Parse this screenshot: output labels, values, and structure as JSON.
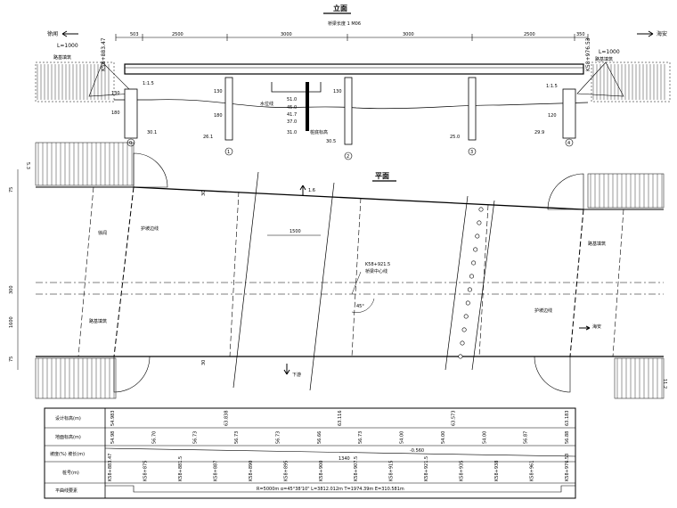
{
  "elevation": {
    "title": "立面",
    "bridge_note": "桥梁长度 1 M06",
    "left_station": "K58+883.47",
    "right_station": "K58+976.53",
    "left_dir": "徐闻",
    "right_dir": "海安",
    "left_len": "L=1000",
    "right_len": "L=1000",
    "left_fill": "路基填筑",
    "right_fill": "路基填筑",
    "slope_left": "1:1.5",
    "slope_right": "1:1.5",
    "spans": [
      "503",
      "2500",
      "3000",
      "3000",
      "2500",
      "350"
    ],
    "dims": [
      "130",
      "180",
      "130",
      "180",
      "120",
      "130"
    ],
    "elevs_mid": [
      "51.0",
      "45.0",
      "41.7",
      "37.0",
      "31.0"
    ],
    "elevs_bottom": [
      "30.1",
      "26.1",
      "30.5",
      "25.0",
      "29.9"
    ],
    "elev_label_mid": "桩底标高",
    "pier_labels": [
      "0",
      "1",
      "2",
      "3",
      "4"
    ],
    "note_water": "水位线"
  },
  "plan": {
    "title": "平面",
    "left_fill": "路基填筑",
    "right_fill": "路基填筑",
    "station": "K58+921.5",
    "station_label": "桥梁中心线",
    "span_dim": "1500",
    "angle_label": "45°",
    "dims_left": [
      "75",
      "300",
      "1600",
      "75"
    ],
    "dims_mid": [
      "30",
      "30"
    ],
    "dir_top": "1.6",
    "dir_bottom": "下游",
    "left_label": "徐闻",
    "right_label": "海安",
    "left_mark": "护坡边线",
    "right_mark": "护坡边线",
    "mark_53": "5.3",
    "mark_112": "11.2"
  },
  "table": {
    "row_labels": [
      "设计标高(m)",
      "地面标高(m)",
      "坡度(%)  坡长(m)",
      "桩号(m)",
      "平曲线要素"
    ],
    "design_elevs": [
      "54.983",
      "63.838",
      "63.116",
      "63.573",
      "63.183"
    ],
    "ground_elevs": [
      "54.98",
      "56.70",
      "56.73",
      "56.73",
      "56.73",
      "56.66",
      "56.73",
      "54.00",
      "54.00",
      "54.00",
      "56.87",
      "56.88"
    ],
    "slope_value": "-0.560",
    "slope_length": "1340",
    "stations": [
      "K58+883.47",
      "K58+875",
      "K58+881.5",
      "K58+887",
      "K58+890",
      "K58+895",
      "K58+900",
      "K58+907.5",
      "K58+915",
      "K58+921.5",
      "K58+935",
      "K58+938",
      "K58+961",
      "K58+976.53"
    ],
    "curve": "R=5000m   α=45°38'10\"   L=3812.012m   T=1974.39m   E=310.581m"
  }
}
